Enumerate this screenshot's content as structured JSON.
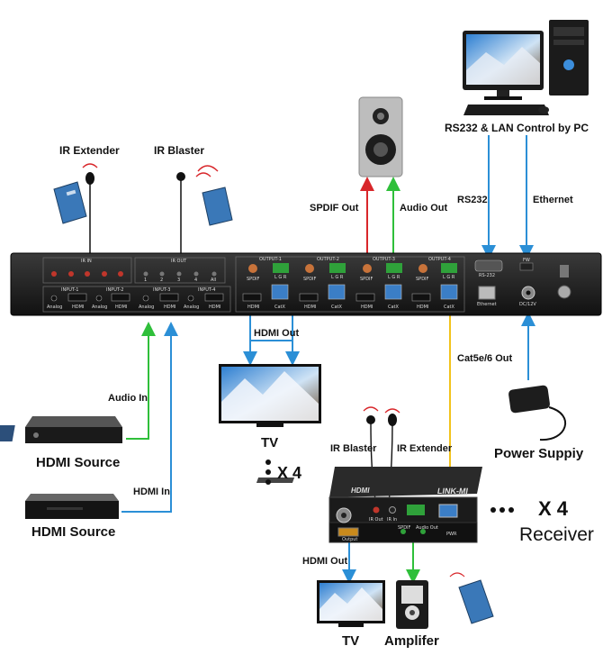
{
  "labels": {
    "rs232_lan_control": "RS232 & LAN Control by PC",
    "rs232": "RS232",
    "ethernet": "Ethernet",
    "ir_extender_top": "IR Extender",
    "ir_blaster_top": "IR Blaster",
    "spdif_out": "SPDIF Out",
    "audio_out": "Audio Out",
    "hdmi_out_top": "HDMI Out",
    "audio_in": "Audio In",
    "hdmi_in": "HDMI In",
    "cat_out": "Cat5e/6 Out",
    "tv_top": "TV",
    "times4_tv": "X 4",
    "hdmi_source_1": "HDMI Source",
    "hdmi_source_2": "HDMI Source",
    "power_supply": "Power Suppiy",
    "ir_blaster_rx": "IR Blaster",
    "ir_extender_rx": "IR Extender",
    "times4_rx": "X 4",
    "receiver": "Receiver",
    "hdmi_out_rx": "HDMI Out",
    "tv_bottom": "TV",
    "amplifier": "Amplifer"
  },
  "panel": {
    "ir_in": "IR IN",
    "ir_out": "IR OUT",
    "ir_out_ports": [
      "1",
      "2",
      "3",
      "4",
      "All"
    ],
    "inputs": [
      "INPUT-1",
      "INPUT-2",
      "INPUT-3",
      "INPUT-4"
    ],
    "input_analog": "Analog",
    "input_hdmi": "HDMI",
    "outputs": [
      "OUTPUT-1",
      "OUTPUT-2",
      "OUTPUT-3",
      "OUTPUT-4"
    ],
    "output_spdif": "SPDIF",
    "output_hdmi": "HDMI",
    "output_catx": "CatX",
    "lr": [
      "L",
      "G",
      "R"
    ],
    "rs232_port": "RS-232",
    "ethernet_port": "Ethernet",
    "fw": "FW",
    "dc": "DC/12V"
  },
  "receiver_unit": {
    "brand": "LINK-MI",
    "hdmi_logo": "HDMI",
    "ir_out": "IR Out",
    "ir_in": "IR In",
    "spdif": "SPDIF",
    "audio_out": "Audio Out",
    "output": "Output",
    "pwr": "PWR"
  },
  "colors": {
    "hdmi_line": "#2b8fd6",
    "audio_line": "#2fbf3a",
    "spdif_line": "#d8262a",
    "cat_line": "#f2c21b",
    "panel": "#1e1e1e"
  }
}
